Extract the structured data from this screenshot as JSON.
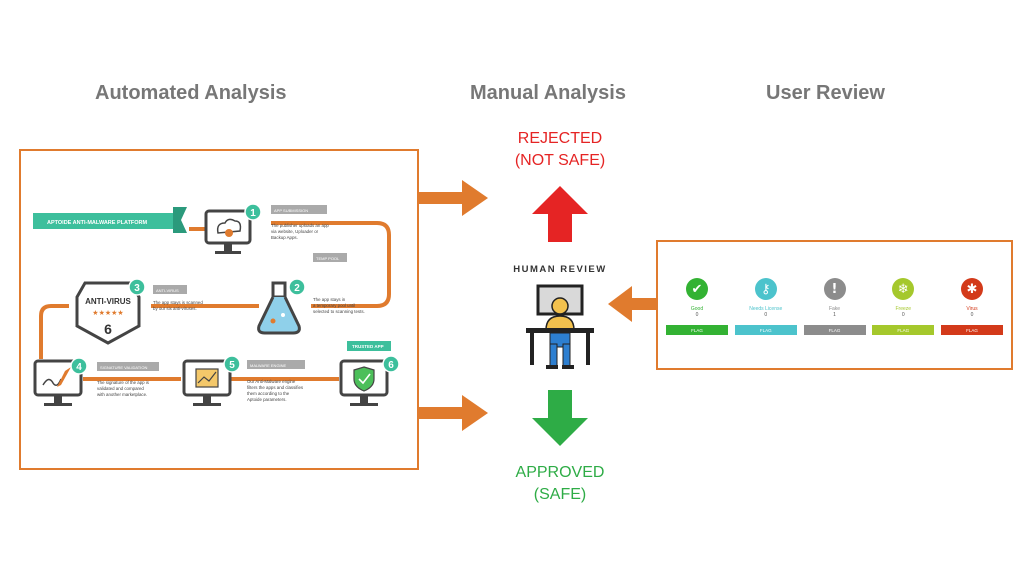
{
  "sections": {
    "automated": "Automated Analysis",
    "manual": "Manual Analysis",
    "user_review": "User Review"
  },
  "colors": {
    "accent_orange": "#e07b2e",
    "teal": "#3dbf9c",
    "rejected_red": "#e52424",
    "approved_green": "#2eac46",
    "title_gray": "#777777"
  },
  "manual": {
    "rejected_label": "REJECTED\n(NOT SAFE)",
    "approved_label": "APPROVED\n(SAFE)",
    "human_review_label": "HUMAN REVIEW"
  },
  "automated": {
    "platform_banner": "APTOIDE ANTI-MALWARE PLATFORM",
    "antivirus_label": "ANTI-VIRUS",
    "antivirus_number": "6",
    "steps": [
      {
        "num": "1",
        "tag": "APP SUBMISSION",
        "desc": "The publisher uploads an app via website, Uploader or Backup Apps."
      },
      {
        "num": "2",
        "tag": "TEMP POOL",
        "desc": "The app stays in a temporary pool until selected to scanning tests."
      },
      {
        "num": "3",
        "tag": "ANTI-VIRUS",
        "desc": "The app stays is scanned by our six anti-viruses."
      },
      {
        "num": "4",
        "tag": "SIGNATURE VALIDATION",
        "desc": "The signature of the app is validated and compared with another marketplace."
      },
      {
        "num": "5",
        "tag": "MALWARE ENGINE",
        "desc": "Our Anti-Malware engine filters the apps and classifies them according to the Aptoide parameters."
      },
      {
        "num": "6",
        "tag": "TRUSTED APP",
        "desc": ""
      }
    ]
  },
  "user_review": {
    "items": [
      {
        "label": "Good",
        "count": "0",
        "button": "FLAG",
        "color": "#33b233",
        "icon": "check-icon"
      },
      {
        "label": "Needs License",
        "count": "0",
        "button": "FLAG",
        "color": "#4cc3cc",
        "icon": "key-icon"
      },
      {
        "label": "Fake",
        "count": "1",
        "button": "FLAG",
        "color": "#8c8c8c",
        "icon": "exclamation-icon"
      },
      {
        "label": "Freeze",
        "count": "0",
        "button": "FLAG",
        "color": "#a5c82c",
        "icon": "snowflake-icon"
      },
      {
        "label": "Virus",
        "count": "0",
        "button": "FLAG",
        "color": "#d33a1a",
        "icon": "bug-icon"
      }
    ]
  }
}
